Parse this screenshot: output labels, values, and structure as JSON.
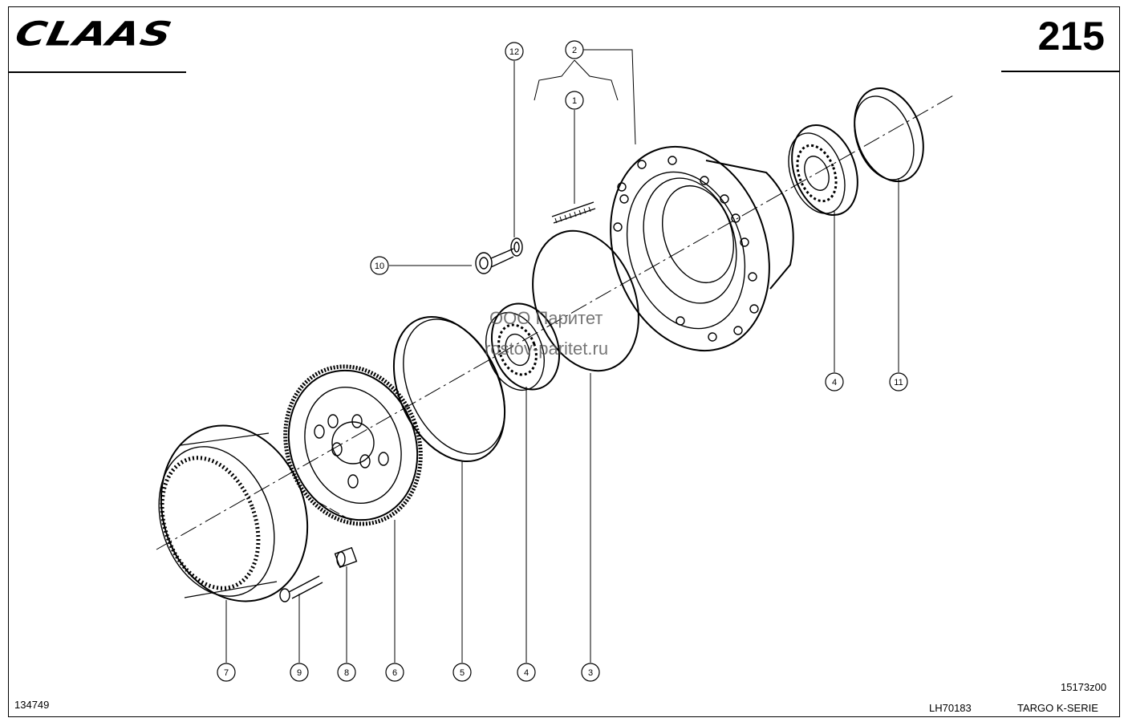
{
  "header": {
    "brand": "CLAAS",
    "page_number": "215"
  },
  "watermark": {
    "line1": "ООО Паритет",
    "line2": "rostov-paritet.ru"
  },
  "callouts": [
    "1",
    "2",
    "3",
    "4",
    "5",
    "6",
    "7",
    "8",
    "9",
    "10",
    "11",
    "12",
    "4"
  ],
  "footer": {
    "image_number": "134749",
    "drawing_code": "15173z00",
    "reference": "LH70183",
    "model": "TARGO K-SERIE"
  }
}
